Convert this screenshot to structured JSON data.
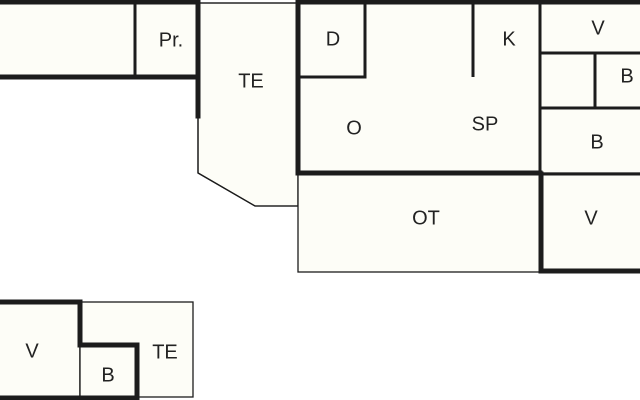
{
  "floor_plan": {
    "colors": {
      "room_fill": "#fdfdf7",
      "wall": "#1c1c1c"
    },
    "rooms": {
      "pr": "Pr.",
      "te_top": "TE",
      "d": "D",
      "k": "K",
      "o": "O",
      "sp": "SP",
      "v_top": "V",
      "b_small": "B",
      "b": "B",
      "ot": "OT",
      "v_right": "V",
      "v_bottom": "V",
      "b_bottom": "B",
      "te_bottom": "TE"
    }
  }
}
